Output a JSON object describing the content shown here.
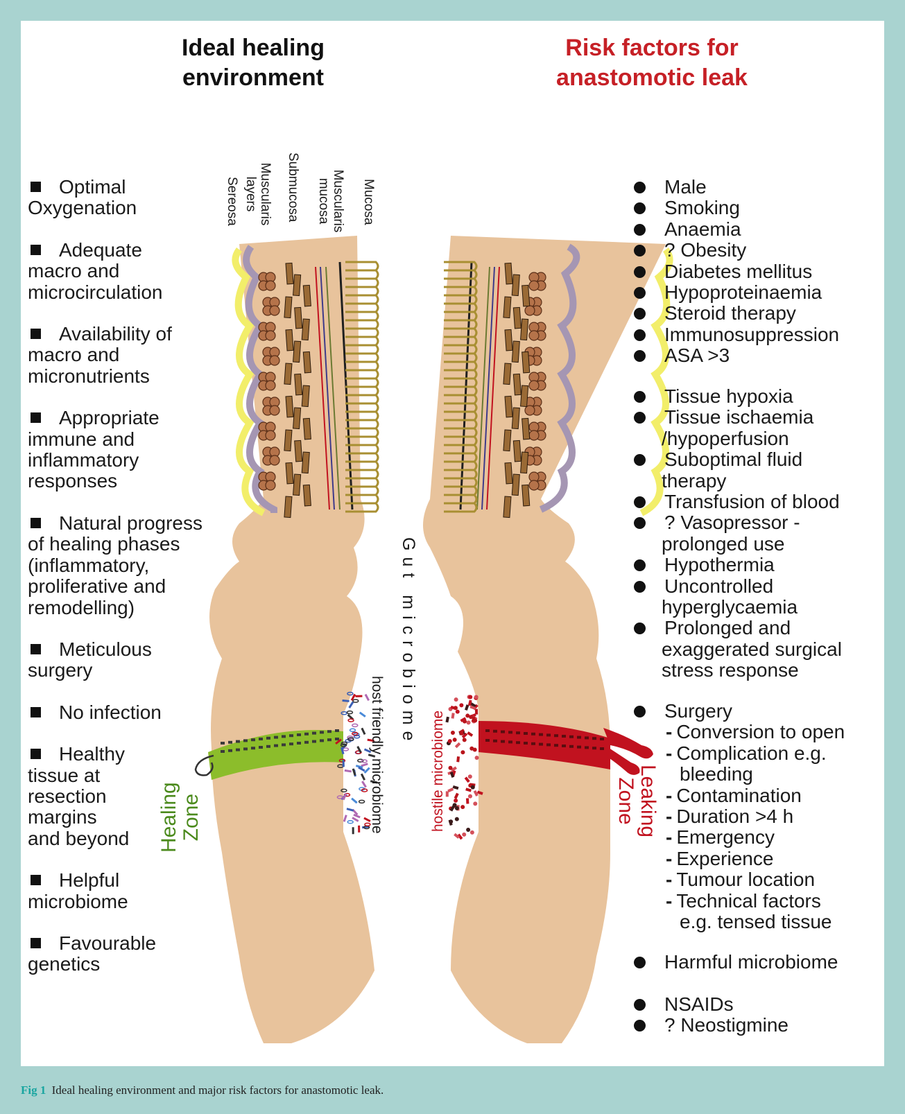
{
  "left_title": [
    "Ideal healing",
    "environment"
  ],
  "right_title": [
    "Risk factors for",
    "anastomotic leak"
  ],
  "left_items": [
    [
      "Optimal",
      "Oxygenation"
    ],
    [
      "Adequate",
      "macro and",
      "microcirculation"
    ],
    [
      "Availability of",
      "macro and",
      "micronutrients"
    ],
    [
      "Appropriate",
      "immune and",
      "inflammatory",
      "responses"
    ],
    [
      "Natural progress",
      "of healing phases",
      "(inflammatory,",
      "proliferative and",
      "remodelling)"
    ],
    [
      "Meticulous",
      "surgery"
    ],
    [
      "No infection"
    ],
    [
      "Healthy",
      "tissue at",
      "resection",
      "margins",
      "and beyond"
    ],
    [
      "Helpful",
      "microbiome"
    ],
    [
      "Favourable",
      "genetics"
    ]
  ],
  "right_group1": [
    "Male",
    "Smoking",
    "Anaemia",
    "? Obesity",
    "Diabetes mellitus",
    "Hypoproteinaemia",
    "Steroid therapy",
    "Immunosuppression",
    "ASA >3"
  ],
  "right_group2": [
    [
      "Tissue hypoxia"
    ],
    [
      "Tissue ischaemia",
      "/hypoperfusion"
    ],
    [
      "Suboptimal fluid",
      "therapy"
    ],
    [
      "Transfusion of blood"
    ],
    [
      "? Vasopressor -",
      "prolonged use"
    ],
    [
      "Hypothermia"
    ],
    [
      "Uncontrolled",
      "hyperglycaemia"
    ],
    [
      "Prolonged and",
      "exaggerated surgical",
      "stress response"
    ]
  ],
  "surgery": {
    "label": "Surgery",
    "subs": [
      [
        "Conversion to open"
      ],
      [
        "Complication e.g.",
        "bleeding"
      ],
      [
        "Contamination"
      ],
      [
        "Duration >4 h"
      ],
      [
        "Emergency"
      ],
      [
        "Experience"
      ],
      [
        "Tumour location"
      ],
      [
        "Technical factors",
        "e.g. tensed tissue"
      ]
    ]
  },
  "right_group4": [
    "Harmful microbiome"
  ],
  "right_group5": [
    "NSAIDs",
    "? Neostigmine"
  ],
  "layers": [
    "Sereosa",
    "Muscularis layers",
    "Submucosa",
    "Muscularis mucosa",
    "Mucosa"
  ],
  "gut_microbiome": "Gut microbiome",
  "host_friendly": "host friendly microbiome",
  "hostile": "hostile microbiome",
  "healing_zone": [
    "Healing",
    "Zone"
  ],
  "leaking_zone": [
    "Leaking",
    "Zone"
  ],
  "colors": {
    "healing": "#8cbd2b",
    "leak": "#c1121f",
    "tissue": "#e8c39c",
    "accent_title": "#c62026",
    "caption_fig": "#19a5a0"
  },
  "caption": {
    "fig": "Fig 1",
    "text": "Ideal healing environment and major risk factors for anastomotic leak."
  }
}
